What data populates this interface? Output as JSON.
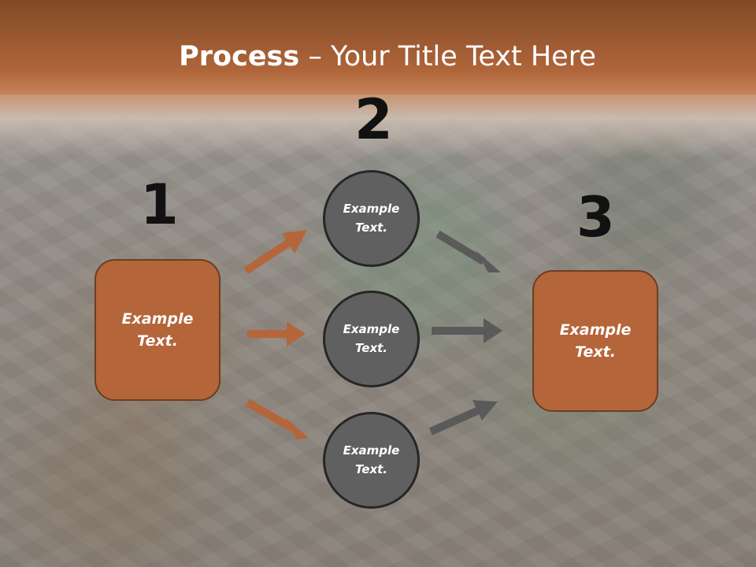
{
  "title": {
    "bold": "Process",
    "rest": " – Your Title Text Here"
  },
  "steps": [
    {
      "number": "1",
      "text_line1": "Example",
      "text_line2": "Text."
    },
    {
      "number": "2"
    },
    {
      "number": "3",
      "text_line1": "Example",
      "text_line2": "Text."
    }
  ],
  "circles": [
    {
      "text_line1": "Example",
      "text_line2": "Text."
    },
    {
      "text_line1": "Example",
      "text_line2": "Text."
    },
    {
      "text_line1": "Example",
      "text_line2": "Text."
    }
  ],
  "colors": {
    "box_fill": "#b5653a",
    "circle_fill": "#606060",
    "orange_arrow": "#b5653a",
    "gray_arrow": "#5a5a5a",
    "title_band": "#b0653a"
  }
}
